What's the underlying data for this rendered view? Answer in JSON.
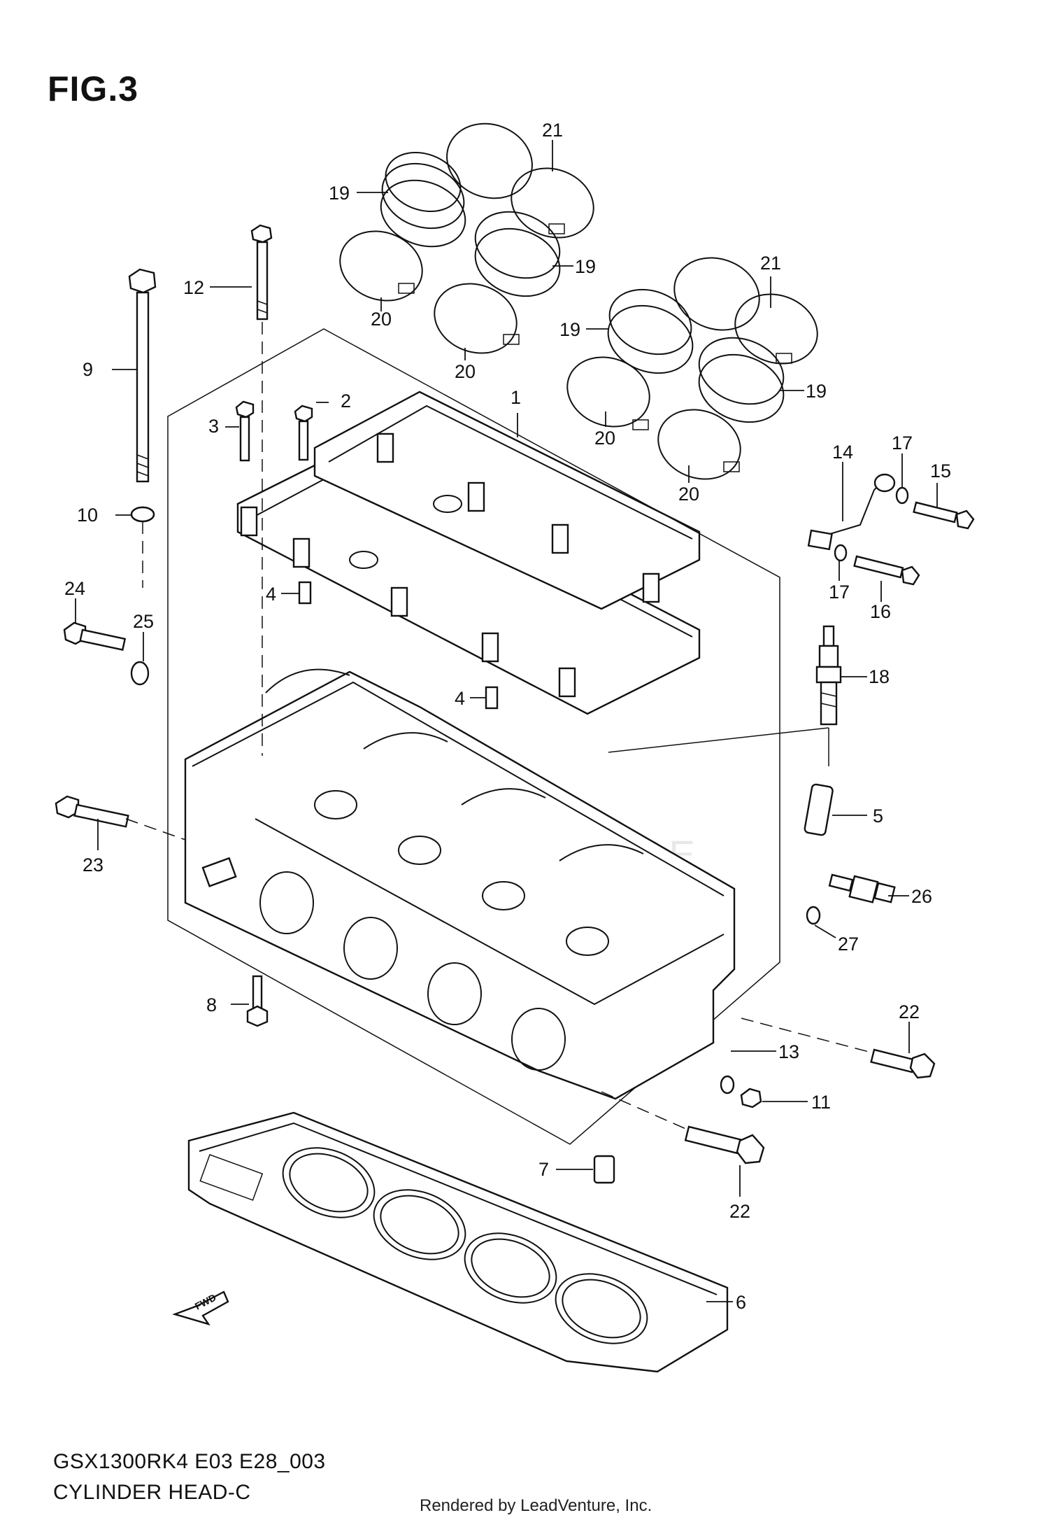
{
  "figure": {
    "title": "FIG.3",
    "model_code": "GSX1300RK4 E03 E28_003",
    "section_name": "CYLINDER HEAD-C",
    "credit": "Rendered by LeadVenture, Inc.",
    "fwd_label": "FWD"
  },
  "callouts": [
    {
      "id": "c21a",
      "label": "21"
    },
    {
      "id": "c19a",
      "label": "19"
    },
    {
      "id": "c19b",
      "label": "19"
    },
    {
      "id": "c20a",
      "label": "20"
    },
    {
      "id": "c20b",
      "label": "20"
    },
    {
      "id": "c12",
      "label": "12"
    },
    {
      "id": "c9",
      "label": "9"
    },
    {
      "id": "c21b",
      "label": "21"
    },
    {
      "id": "c19c",
      "label": "19"
    },
    {
      "id": "c19d",
      "label": "19"
    },
    {
      "id": "c20c",
      "label": "20"
    },
    {
      "id": "c20d",
      "label": "20"
    },
    {
      "id": "c2",
      "label": "2"
    },
    {
      "id": "c3",
      "label": "3"
    },
    {
      "id": "c1",
      "label": "1"
    },
    {
      "id": "c14",
      "label": "14"
    },
    {
      "id": "c17a",
      "label": "17"
    },
    {
      "id": "c15",
      "label": "15"
    },
    {
      "id": "c17b",
      "label": "17"
    },
    {
      "id": "c16",
      "label": "16"
    },
    {
      "id": "c10",
      "label": "10"
    },
    {
      "id": "c4a",
      "label": "4"
    },
    {
      "id": "c24",
      "label": "24"
    },
    {
      "id": "c25",
      "label": "25"
    },
    {
      "id": "c4b",
      "label": "4"
    },
    {
      "id": "c18",
      "label": "18"
    },
    {
      "id": "c5",
      "label": "5"
    },
    {
      "id": "c23",
      "label": "23"
    },
    {
      "id": "c26",
      "label": "26"
    },
    {
      "id": "c27",
      "label": "27"
    },
    {
      "id": "c8",
      "label": "8"
    },
    {
      "id": "c22a",
      "label": "22"
    },
    {
      "id": "c13",
      "label": "13"
    },
    {
      "id": "c11",
      "label": "11"
    },
    {
      "id": "c7",
      "label": "7"
    },
    {
      "id": "c22b",
      "label": "22"
    },
    {
      "id": "c6",
      "label": "6"
    }
  ]
}
